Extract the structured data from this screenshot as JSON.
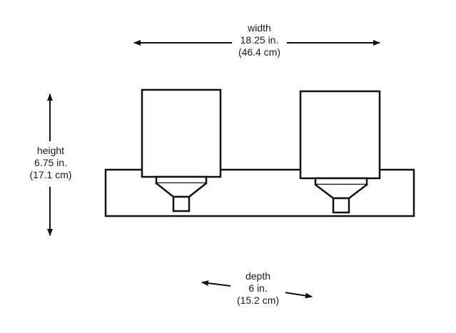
{
  "dimensions": {
    "width": {
      "label": "width",
      "imperial": "18.25 in.",
      "metric": "(46.4 cm)"
    },
    "height": {
      "label": "height",
      "imperial": "6.75 in.",
      "metric": "(17.1 cm)"
    },
    "depth": {
      "label": "depth",
      "imperial": "6 in.",
      "metric": "(15.2 cm)"
    }
  },
  "colors": {
    "line": "#111111",
    "background": "#ffffff"
  }
}
